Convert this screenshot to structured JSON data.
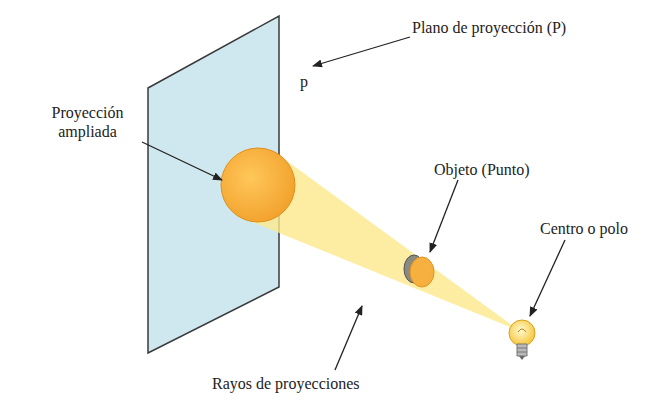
{
  "diagram": {
    "labels": [
      "Plano de proyección (P)",
      "p",
      "Proyección ampliada",
      "Objeto (Punto)",
      "Centro o polo",
      "Rayos de proyecciones"
    ]
  }
}
